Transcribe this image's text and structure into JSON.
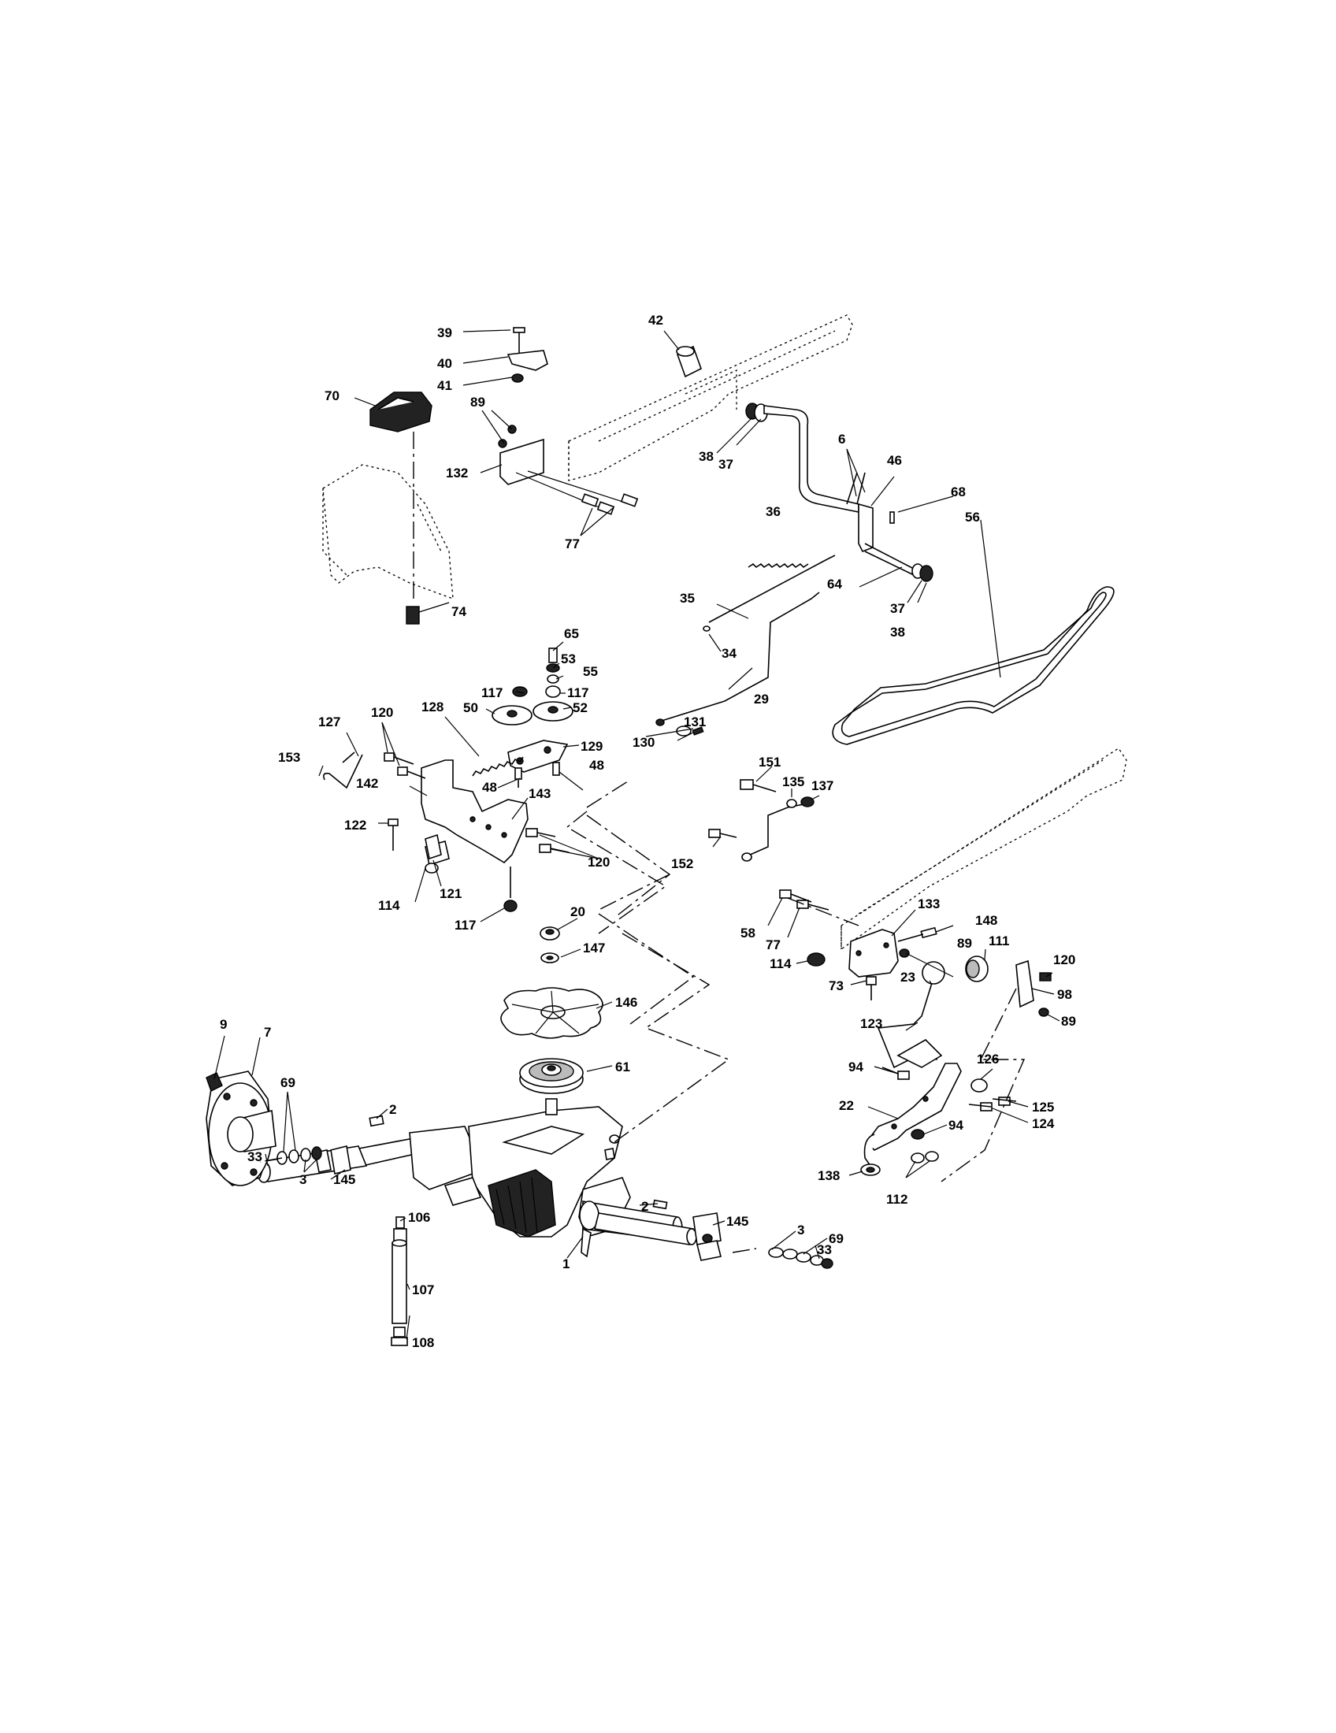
{
  "callouts": [
    {
      "id": "c39",
      "text": "39"
    },
    {
      "id": "c40",
      "text": "40"
    },
    {
      "id": "c41",
      "text": "41"
    },
    {
      "id": "c42",
      "text": "42"
    },
    {
      "id": "c70",
      "text": "70"
    },
    {
      "id": "c89a",
      "text": "89"
    },
    {
      "id": "c132",
      "text": "132"
    },
    {
      "id": "c77a",
      "text": "77"
    },
    {
      "id": "c38a",
      "text": "38"
    },
    {
      "id": "c37a",
      "text": "37"
    },
    {
      "id": "c6",
      "text": "6"
    },
    {
      "id": "c46",
      "text": "46"
    },
    {
      "id": "c68",
      "text": "68"
    },
    {
      "id": "c36",
      "text": "36"
    },
    {
      "id": "c64",
      "text": "64"
    },
    {
      "id": "c37b",
      "text": "37"
    },
    {
      "id": "c38b",
      "text": "38"
    },
    {
      "id": "c74",
      "text": "74"
    },
    {
      "id": "c35",
      "text": "35"
    },
    {
      "id": "c34",
      "text": "34"
    },
    {
      "id": "c56",
      "text": "56"
    },
    {
      "id": "c65",
      "text": "65"
    },
    {
      "id": "c53",
      "text": "53"
    },
    {
      "id": "c55",
      "text": "55"
    },
    {
      "id": "c117a",
      "text": "117"
    },
    {
      "id": "c117b",
      "text": "117"
    },
    {
      "id": "c50",
      "text": "50"
    },
    {
      "id": "c52",
      "text": "52"
    },
    {
      "id": "c29",
      "text": "29"
    },
    {
      "id": "c127",
      "text": "127"
    },
    {
      "id": "c120a",
      "text": "120"
    },
    {
      "id": "c128",
      "text": "128"
    },
    {
      "id": "c129",
      "text": "129"
    },
    {
      "id": "c130",
      "text": "130"
    },
    {
      "id": "c131",
      "text": "131"
    },
    {
      "id": "c153",
      "text": "153"
    },
    {
      "id": "c142",
      "text": "142"
    },
    {
      "id": "c48a",
      "text": "48"
    },
    {
      "id": "c48b",
      "text": "48"
    },
    {
      "id": "c151",
      "text": "151"
    },
    {
      "id": "c135",
      "text": "135"
    },
    {
      "id": "c137",
      "text": "137"
    },
    {
      "id": "c143",
      "text": "143"
    },
    {
      "id": "c122",
      "text": "122"
    },
    {
      "id": "c152",
      "text": "152"
    },
    {
      "id": "c120b",
      "text": "120"
    },
    {
      "id": "c58",
      "text": "58"
    },
    {
      "id": "c77b",
      "text": "77"
    },
    {
      "id": "c114a",
      "text": "114"
    },
    {
      "id": "c121",
      "text": "121"
    },
    {
      "id": "c117c",
      "text": "117"
    },
    {
      "id": "c20",
      "text": "20"
    },
    {
      "id": "c133",
      "text": "133"
    },
    {
      "id": "c148",
      "text": "148"
    },
    {
      "id": "c147",
      "text": "147"
    },
    {
      "id": "c89b",
      "text": "89"
    },
    {
      "id": "c111",
      "text": "111"
    },
    {
      "id": "c114b",
      "text": "114"
    },
    {
      "id": "c120c",
      "text": "120"
    },
    {
      "id": "c73",
      "text": "73"
    },
    {
      "id": "c23",
      "text": "23"
    },
    {
      "id": "c98",
      "text": "98"
    },
    {
      "id": "c146",
      "text": "146"
    },
    {
      "id": "c89c",
      "text": "89"
    },
    {
      "id": "c9",
      "text": "9"
    },
    {
      "id": "c7",
      "text": "7"
    },
    {
      "id": "c123",
      "text": "123"
    },
    {
      "id": "c61",
      "text": "61"
    },
    {
      "id": "c126",
      "text": "126"
    },
    {
      "id": "c94a",
      "text": "94"
    },
    {
      "id": "c69a",
      "text": "69"
    },
    {
      "id": "c22",
      "text": "22"
    },
    {
      "id": "c125",
      "text": "125"
    },
    {
      "id": "c2a",
      "text": "2"
    },
    {
      "id": "c124",
      "text": "124"
    },
    {
      "id": "c94b",
      "text": "94"
    },
    {
      "id": "c33a",
      "text": "33"
    },
    {
      "id": "c3a",
      "text": "3"
    },
    {
      "id": "c145a",
      "text": "145"
    },
    {
      "id": "c138",
      "text": "138"
    },
    {
      "id": "c112",
      "text": "112"
    },
    {
      "id": "c2b",
      "text": "2"
    },
    {
      "id": "c145b",
      "text": "145"
    },
    {
      "id": "c106",
      "text": "106"
    },
    {
      "id": "c3b",
      "text": "3"
    },
    {
      "id": "c69b",
      "text": "69"
    },
    {
      "id": "c33b",
      "text": "33"
    },
    {
      "id": "c1",
      "text": "1"
    },
    {
      "id": "c107",
      "text": "107"
    },
    {
      "id": "c108",
      "text": "108"
    }
  ]
}
